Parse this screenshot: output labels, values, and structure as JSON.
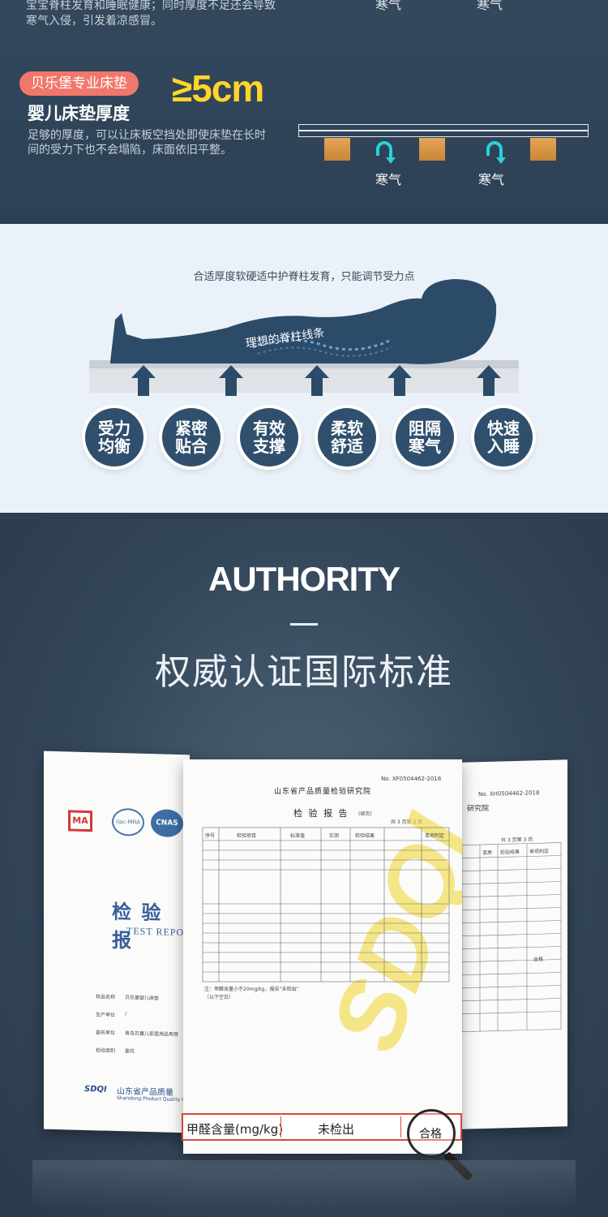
{
  "section1": {
    "top_desc": "宝宝脊柱发育和睡眠健康；同时厚度不足还会导致寒气入侵，引发着凉感冒。",
    "top_cold_labels": [
      "寒气",
      "寒气"
    ],
    "badge": "贝乐堡专业床垫",
    "big_value": "≥5cm",
    "subtitle": "婴儿床垫厚度",
    "desc": "足够的厚度，可以让床板空挡处即使床垫在长时间的受力下也不会塌陷，床面依旧平整。",
    "cold_labels": [
      "寒气",
      "寒气"
    ],
    "colors": {
      "badge": "#f2776b",
      "value": "#ffd52a",
      "arrow": "#2ad1d9",
      "slat": "#d99345"
    }
  },
  "section2": {
    "caption": "合适厚度软硬适中护脊柱发育，只能调节受力点",
    "spine_label": "理想的脊柱线条",
    "features": [
      {
        "line1": "受力",
        "line2": "均衡"
      },
      {
        "line1": "紧密",
        "line2": "贴合"
      },
      {
        "line1": "有效",
        "line2": "支撑"
      },
      {
        "line1": "柔软",
        "line2": "舒适"
      },
      {
        "line1": "阻隔",
        "line2": "寒气"
      },
      {
        "line1": "快速",
        "line2": "入睡"
      }
    ],
    "colors": {
      "body": "#2c4b69",
      "bubble": "#2f4f6d"
    }
  },
  "section3": {
    "title_en": "AUTHORITY",
    "title_cn": "权威认证国际标准",
    "doc_center": {
      "number": "No. XF0504462-2018",
      "institute": "山东省产品质量检验研究院",
      "report": "检 验 报 告",
      "report_note": "(续页)",
      "page": "共 3 页第 2 页",
      "headers": [
        "序号",
        "检验项目",
        "标准值",
        "实测",
        "检验结果",
        "单项判定"
      ],
      "note": "注：甲醛含量小于20mg/kg，报告“未检出”",
      "end": "（以下空白）"
    },
    "doc_left": {
      "marks": [
        "MA",
        "ilac-MRA",
        "CNAS"
      ],
      "title": "检 验 报",
      "title_en": "TEST REPO",
      "fields": [
        "样品名称",
        "生产单位",
        "委托单位",
        "检验类别"
      ],
      "values": [
        "贝乐堡婴儿床垫",
        "/",
        "青岛贝嘉儿家居用品有限",
        "委托"
      ],
      "footer": "山东省产品质量",
      "footer_en": "Shandong Product Quality Ins",
      "logo": "SDQI"
    },
    "doc_right": {
      "number": "No. XH0504462-2018",
      "institute": "研究院",
      "page": "共 3 页第 3 页",
      "headers": [
        "变质",
        "检验结果",
        "单项判定"
      ],
      "verdict": "合格"
    },
    "highlight": {
      "item": "甲醛含量(mg/kg)",
      "result": "未检出",
      "verdict": "合格"
    },
    "colors": {
      "highlight_border": "#d8473a",
      "watermark": "#f0d93a"
    }
  }
}
